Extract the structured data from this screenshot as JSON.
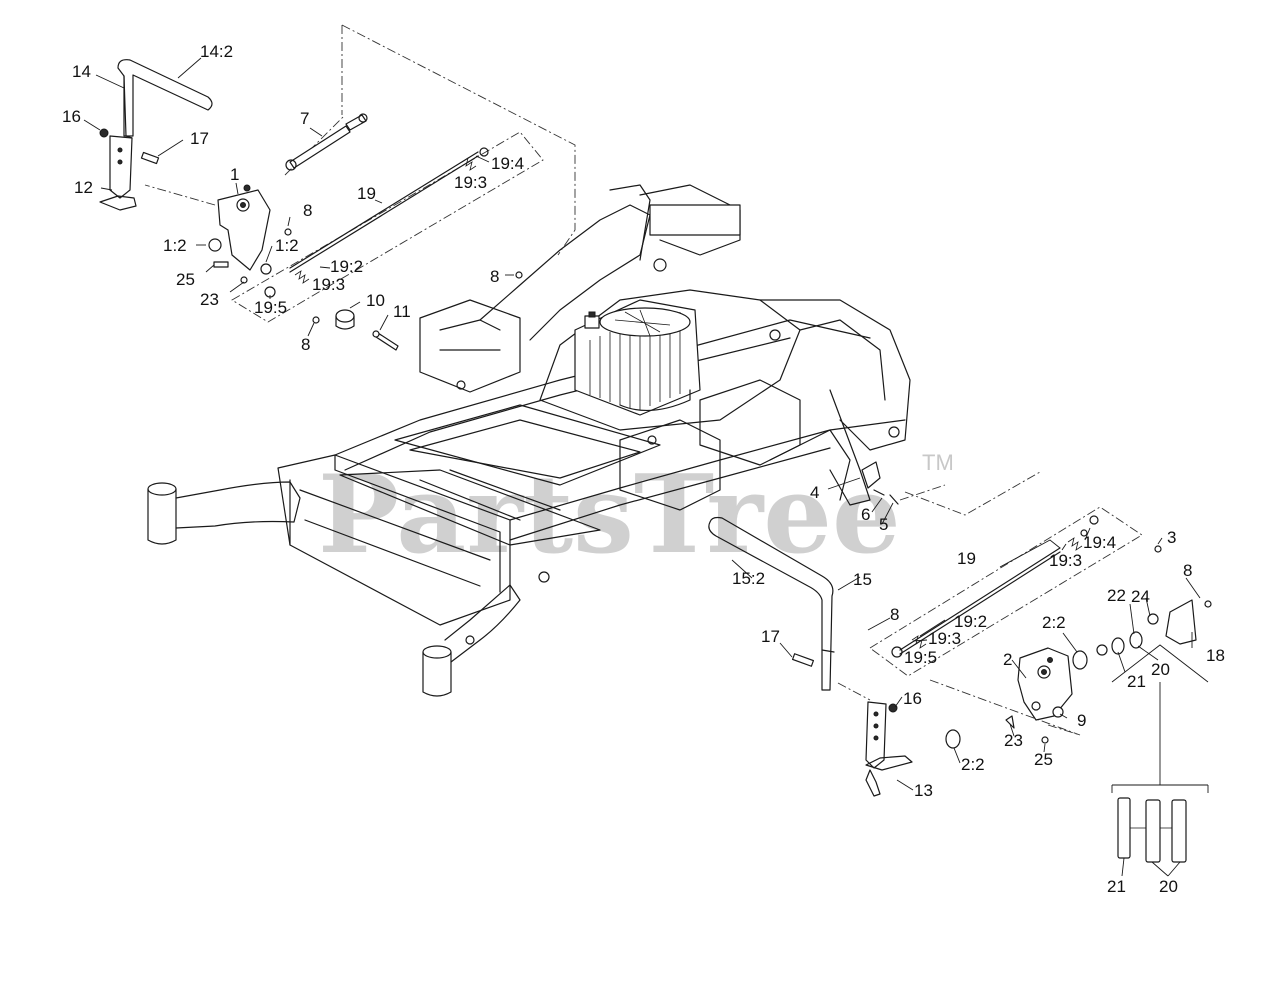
{
  "watermark": {
    "text": "PartsTree",
    "trademark": "TM"
  },
  "callouts": {
    "c14_2": "14:2",
    "c14": "14",
    "c16a": "16",
    "c17a": "17",
    "c12": "12",
    "c7": "7",
    "c1": "1",
    "c19a": "19",
    "c19_3a": "19:3",
    "c19_4a": "19:4",
    "c8a": "8",
    "c1_2a": "1:2",
    "c1_2b": "1:2",
    "c25a": "25",
    "c23a": "23",
    "c19_2a": "19:2",
    "c19_3b": "19:3",
    "c19_5a": "19:5",
    "c10": "10",
    "c11": "11",
    "c8b": "8",
    "c8c": "8",
    "c4": "4",
    "c6": "6",
    "c5": "5",
    "c3": "3",
    "c19b": "19",
    "c19_4b": "19:4",
    "c19_3c": "19:3",
    "c8d": "8",
    "c15_2": "15:2",
    "c15": "15",
    "c8e": "8",
    "c22a": "22",
    "c24": "24",
    "c19_2b": "19:2",
    "c2_2a": "2:2",
    "c19_3d": "19:3",
    "c19_5b": "19:5",
    "c18": "18",
    "c17b": "17",
    "c2": "2",
    "c20a": "20",
    "c21a": "21",
    "c16b": "16",
    "c9": "9",
    "c23b": "23",
    "c25b": "25",
    "c2_2b": "2:2",
    "c13": "13",
    "c21b": "21",
    "c20b": "20"
  }
}
